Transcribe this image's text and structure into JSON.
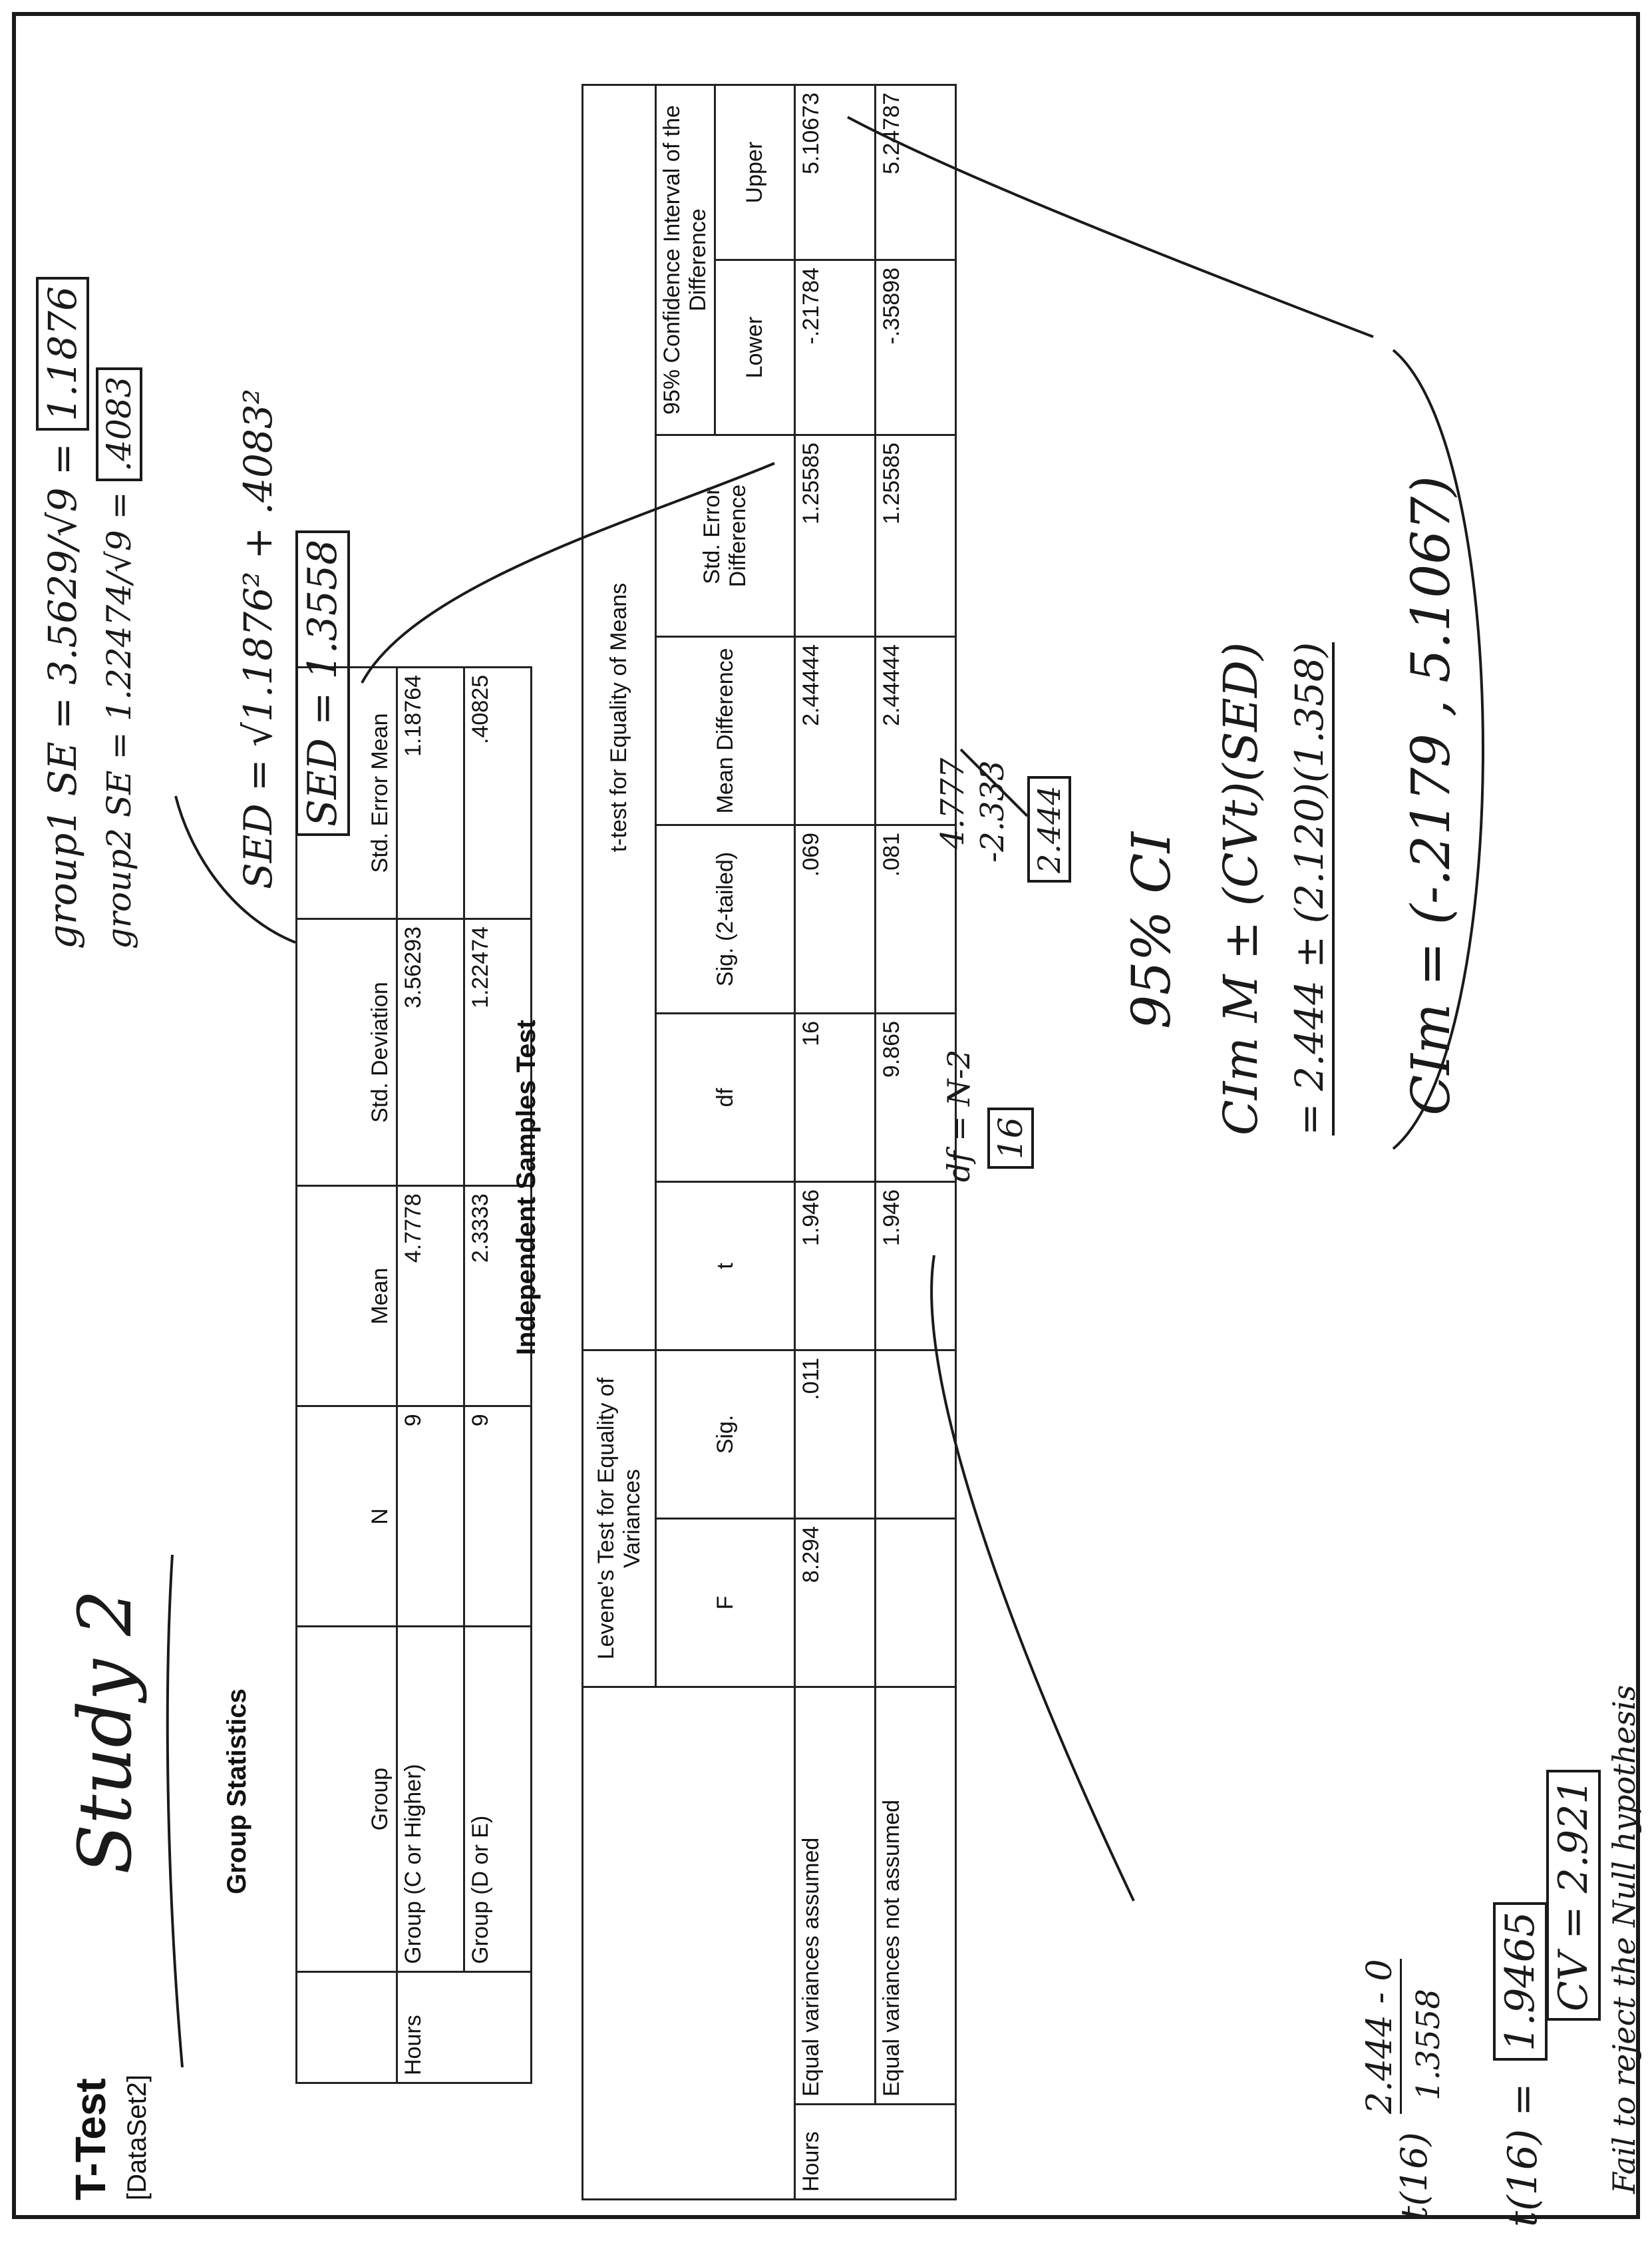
{
  "header": {
    "title": "T-Test",
    "dataset": "[DataSet2]"
  },
  "group_statistics": {
    "title": "Group Statistics",
    "columns": [
      "Group",
      "N",
      "Mean",
      "Std. Deviation",
      "Std. Error Mean"
    ],
    "variable": "Hours",
    "rows": [
      {
        "group": "Group (C or Higher)",
        "n": "9",
        "mean": "4.7778",
        "sd": "3.56293",
        "se": "1.18764"
      },
      {
        "group": "Group (D or E)",
        "n": "9",
        "mean": "2.3333",
        "sd": "1.22474",
        "se": ".40825"
      }
    ]
  },
  "independent_test": {
    "title": "Independent Samples Test",
    "levene_header": "Levene's Test for Equality of Variances",
    "ttest_header": "t-test for Equality of Means",
    "ci_header": "95% Confidence Interval of the Difference",
    "columns": [
      "F",
      "Sig.",
      "t",
      "df",
      "Sig. (2-tailed)",
      "Mean Difference",
      "Std. Error Difference",
      "Lower",
      "Upper"
    ],
    "variable": "Hours",
    "rows": [
      {
        "label": "Equal variances assumed",
        "F": "8.294",
        "sig": ".011",
        "t": "1.946",
        "df": "16",
        "sig2": ".069",
        "md": "2.44444",
        "sed": "1.25585",
        "lower": "-.21784",
        "upper": "5.10673"
      },
      {
        "label": "Equal variances not assumed",
        "F": "",
        "sig": "",
        "t": "1.946",
        "df": "9.865",
        "sig2": ".081",
        "md": "2.44444",
        "sed": "1.25585",
        "lower": "-.35898",
        "upper": "5.24787"
      }
    ]
  },
  "annotations": {
    "study": "Study 2",
    "group1_se": "group1 SE = 3.5629/√9 =",
    "group1_se_box": "1.1876",
    "group2_se": "group2 SE = 1.22474/√9 =",
    "group2_se_box": ".4083",
    "sed_formula": "SED = √1.1876² + .4083²",
    "sed_box": "SED = 1.3558",
    "df_formula": "df = N-2",
    "df_box": "16",
    "mean_top": "4.777",
    "mean_minus": "-2.333",
    "mean_box": "2.444",
    "ci_title": "95% CI",
    "ci_formula": "CIm M ± (CVt)(SED)",
    "ci_subst": "= 2.444 ± (2.120)(1.358)",
    "ci_result": "CIm = (-.2179 , 5.1067)",
    "t_label": "t(16)",
    "t_numer": "2.444 - 0",
    "t_denom": "1.3558",
    "t_result_prefix": "t(16) =",
    "t_result_box": "1.9465",
    "cv_box": "CV = 2.921",
    "conclusion": "Fail to reject the Null hypothesis"
  }
}
